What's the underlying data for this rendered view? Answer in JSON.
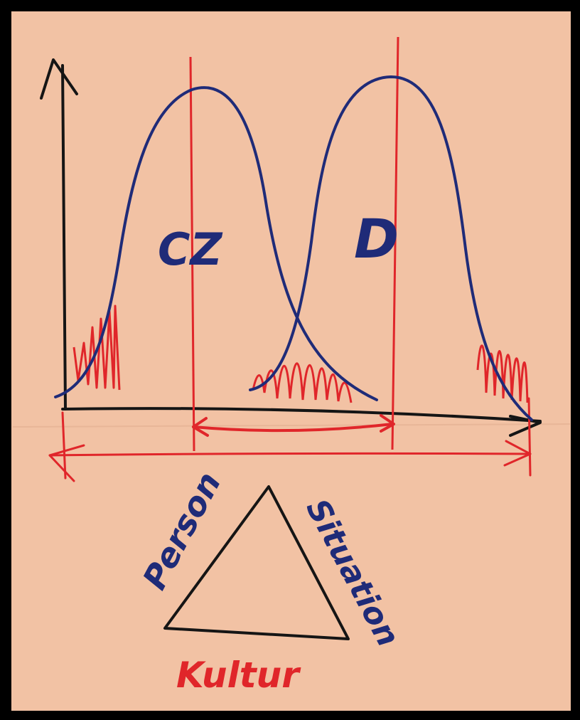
{
  "colors": {
    "background_frame": "#000000",
    "paper": "#f2c2a4",
    "blue_ink": "#1f2b78",
    "red_ink": "#e0262a",
    "black_ink": "#151515"
  },
  "curves": {
    "left_label": "CZ",
    "right_label": "D"
  },
  "triangle": {
    "left_label": "Person",
    "right_label": "Situation",
    "bottom_label": "Kultur"
  }
}
